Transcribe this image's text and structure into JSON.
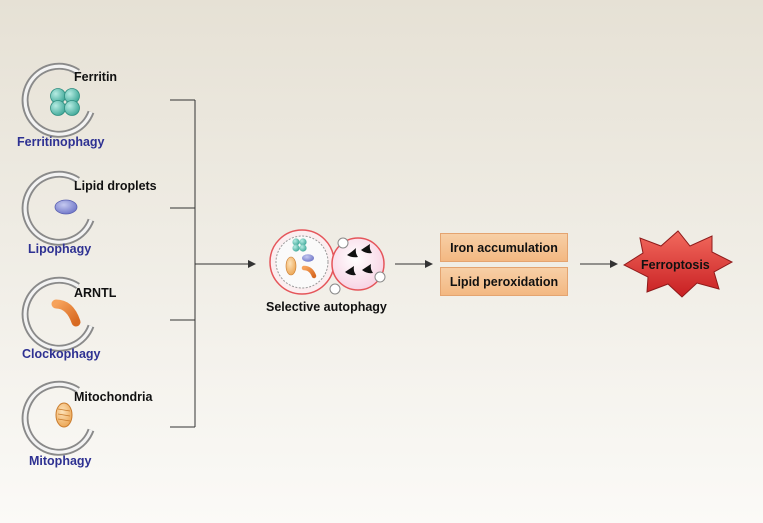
{
  "pathways": [
    {
      "cargo": "Ferritin",
      "name": "Ferritinophagy"
    },
    {
      "cargo": "Lipid droplets",
      "name": "Lipophagy"
    },
    {
      "cargo": "ARNTL",
      "name": "Clockophagy"
    },
    {
      "cargo": "Mitochondria",
      "name": "Mitophagy"
    }
  ],
  "selective_autophagy": "Selective autophagy",
  "outcomes": [
    "Iron accumulation",
    "Lipid peroxidation"
  ],
  "result": "Ferroptosis",
  "colors": {
    "pathway_text": "#2e3192",
    "membrane": "#9a9a9a",
    "ferritin": "#5cbfb0",
    "lipid": "#8f96d6",
    "arntl": "#e8853a",
    "mito": "#f2b167",
    "lysosome_outline": "#e5555a",
    "box_fill": "#f3b882",
    "burst_fill": "#e23b3b"
  }
}
